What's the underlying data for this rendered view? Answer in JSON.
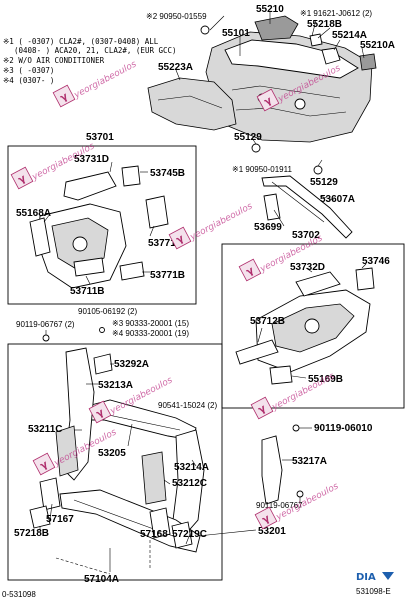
{
  "notes": [
    "※1 (    -0307) CLA2#, (0307-0408) ALL",
    "(0408-    ) ACA20, 21, CLA2#, (EUR GCC)",
    "※2 W/O AIR CONDITIONER",
    "※3 (    -0307)",
    "※4 (0307-    )"
  ],
  "labels": {
    "p90950_01559": "※2 90950-01559",
    "p55210": "55210",
    "p91621": "※1 91621-J0612 (2)",
    "p55218B": "55218B",
    "p55101": "55101",
    "p55214A": "55214A",
    "p55210A": "55210A",
    "p55223A": "55223A",
    "p55129a": "55129",
    "p90950_01911": "※1 90950-01911",
    "p55129b": "55129",
    "p53607A": "53607A",
    "p53701": "53701",
    "p53731D": "53731D",
    "p53745B": "53745B",
    "p55168A": "55168A",
    "p53771Ba": "53771B",
    "p53771Bb": "53771B",
    "p53711B": "53711B",
    "p53699": "53699",
    "p53702": "53702",
    "p53732D": "53732D",
    "p53746": "53746",
    "p53712B": "53712B",
    "p55169B": "55169B",
    "p90105": "90105-06192 (2)",
    "p90119_06767a": "90119-06767 (2)",
    "p90333a": "※3 90333-20001 (15)",
    "p90333b": "※4 90333-20001 (19)",
    "p53292A": "53292A",
    "p53213A": "53213A",
    "p90541": "90541-15024 (2)",
    "p90119_06010": "90119-06010",
    "p53211C": "53211C",
    "p53205": "53205",
    "p53217A": "53217A",
    "p53214A": "53214A",
    "p53212C": "53212C",
    "p90119_06767b": "90119-06767",
    "p57167": "57167",
    "p57218B": "57218B",
    "p57168": "57168",
    "p57219C": "57219C",
    "p53201": "53201",
    "p57104A": "57104A",
    "footer_left": "0-531098",
    "footer_right": "531098-E",
    "brand": "DIA"
  },
  "watermark": "yeorgiabeoulos"
}
